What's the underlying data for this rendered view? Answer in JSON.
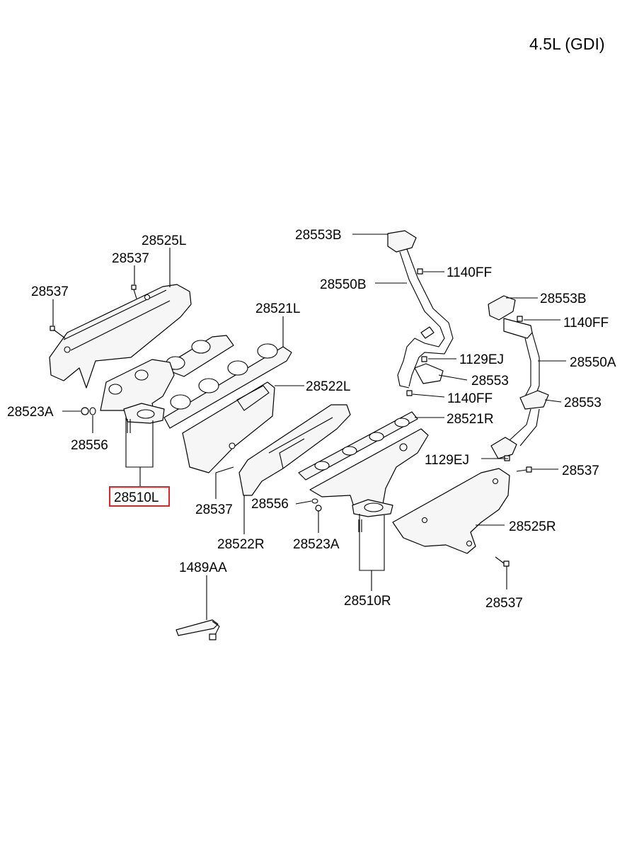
{
  "header": {
    "engine": "4.5L (GDI)"
  },
  "labels": {
    "l_28525L": "28525L",
    "l_28537_a": "28537",
    "l_28537_b": "28537",
    "l_28521L": "28521L",
    "l_28522L": "28522L",
    "l_28523A_a": "28523A",
    "l_28556_a": "28556",
    "l_28510L": "28510L",
    "l_28537_c": "28537",
    "l_28522R": "28522R",
    "l_28556_b": "28556",
    "l_28523A_b": "28523A",
    "l_28510R": "28510R",
    "l_1489AA": "1489AA",
    "l_28553B_a": "28553B",
    "l_28550B": "28550B",
    "l_1140FF_a": "1140FF",
    "l_1129EJ_a": "1129EJ",
    "l_28553_a": "28553",
    "l_1140FF_b": "1140FF",
    "l_28553B_b": "28553B",
    "l_1140FF_c": "1140FF",
    "l_28550A": "28550A",
    "l_28553_b": "28553",
    "l_28521R": "28521R",
    "l_1129EJ_b": "1129EJ",
    "l_28537_d": "28537",
    "l_28525R": "28525R",
    "l_28537_e": "28537"
  },
  "highlight": {
    "part": "28510L",
    "color": "#e0252a"
  }
}
